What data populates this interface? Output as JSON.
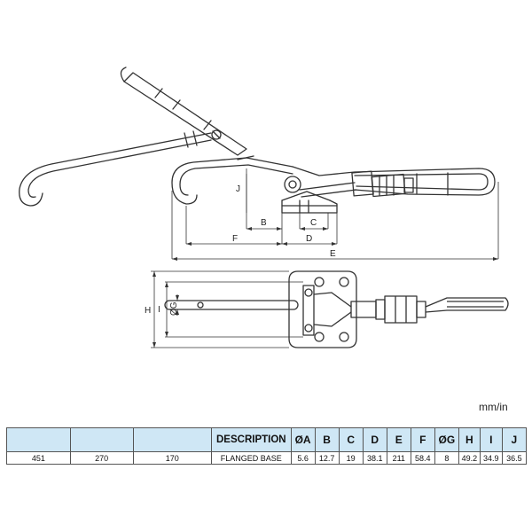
{
  "units_label": "mm/in",
  "dimension_labels": [
    "J",
    "B",
    "C",
    "F",
    "D",
    "E",
    "H",
    "I",
    "ØG"
  ],
  "table": {
    "headers": [
      "",
      "",
      "",
      "DESCRIPTION",
      "ØA",
      "B",
      "C",
      "D",
      "E",
      "F",
      "ØG",
      "H",
      "I",
      "J"
    ],
    "row": [
      "451",
      "270",
      "170",
      "FLANGED BASE",
      "5.6",
      "12.7",
      "19",
      "38.1",
      "211",
      "58.4",
      "8",
      "49.2",
      "34.9",
      "36.5"
    ]
  }
}
